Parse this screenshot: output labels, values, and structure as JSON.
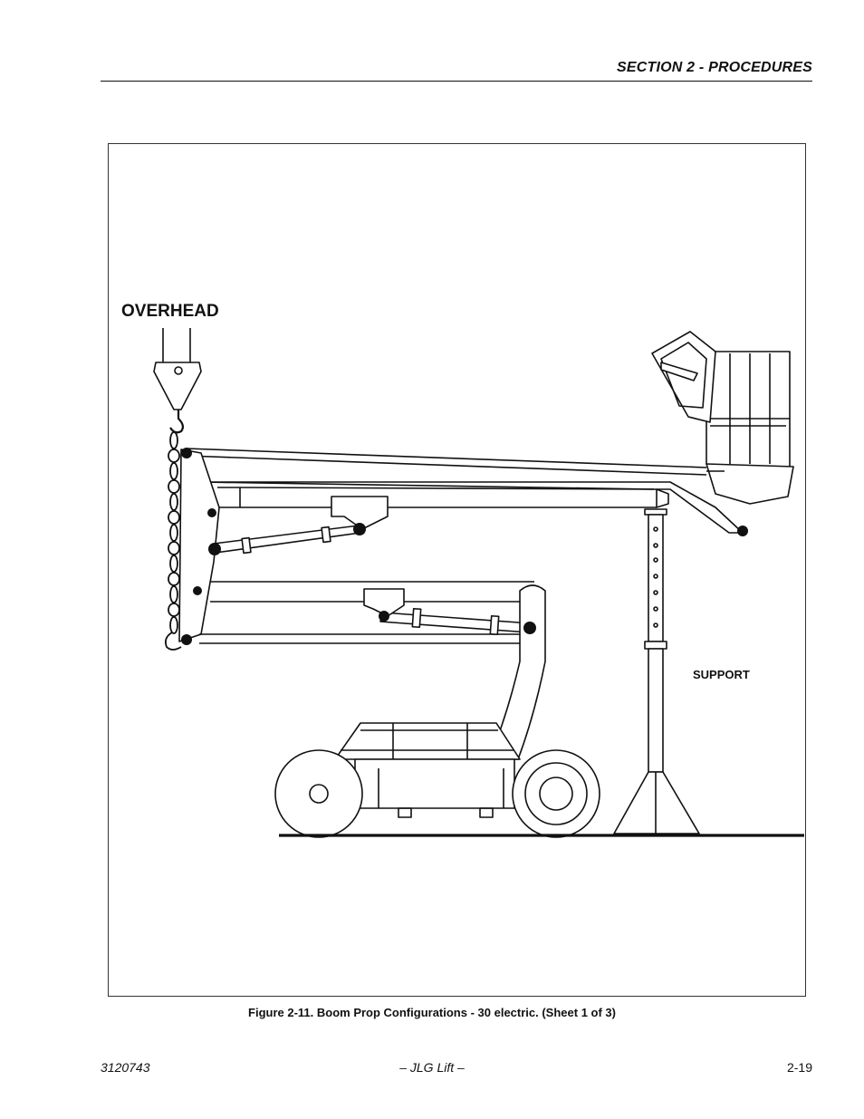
{
  "header": {
    "section_title": "SECTION 2 - PROCEDURES"
  },
  "figure": {
    "label_overhead": "OVERHEAD",
    "label_support": "SUPPORT",
    "caption": "Figure 2-11.  Boom Prop Configurations - 30 electric. (Sheet 1 of 3)"
  },
  "footer": {
    "doc_number": "3120743",
    "publisher": "– JLG Lift –",
    "page_number": "2-19"
  }
}
